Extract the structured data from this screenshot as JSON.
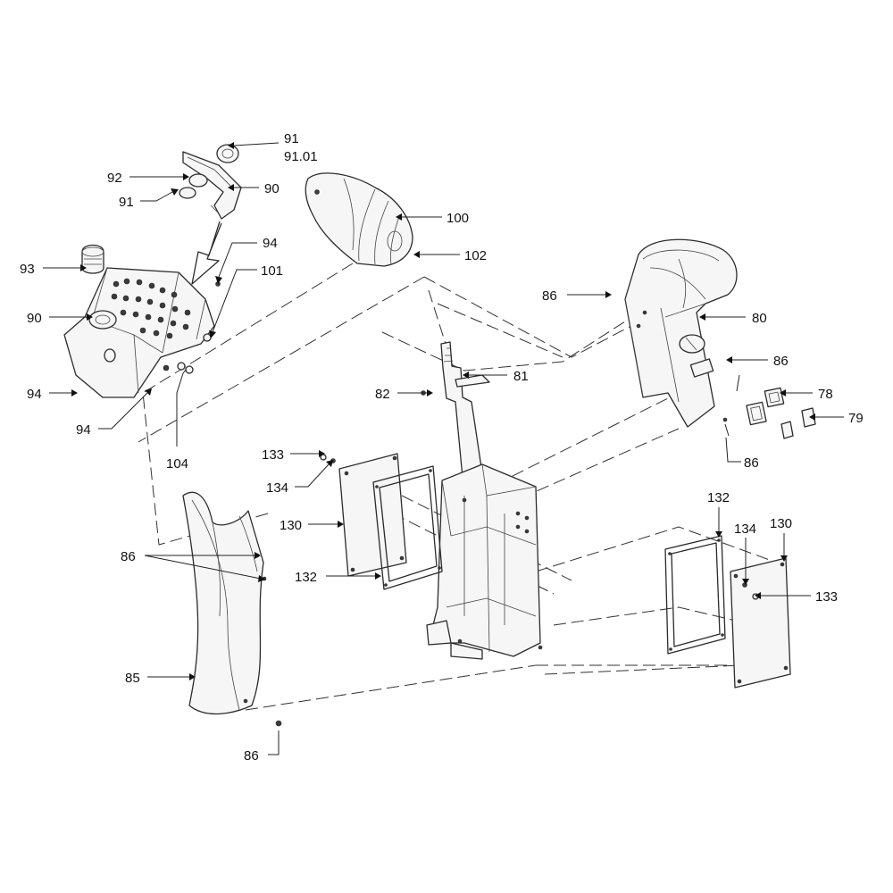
{
  "callouts": {
    "c91a": "91",
    "c9101": "91.01",
    "c92": "92",
    "c91b": "91",
    "c90a": "90",
    "c100": "100",
    "c102": "102",
    "c94a": "94",
    "c101": "101",
    "c93": "93",
    "c90b": "90",
    "c94b": "94",
    "c94c": "94",
    "c104": "104",
    "c86a": "86",
    "c80": "80",
    "c86b": "86",
    "c81": "81",
    "c82": "82",
    "c78": "78",
    "c79": "79",
    "c86c": "86",
    "c133a": "133",
    "c134a": "134",
    "c130a": "130",
    "c132a": "132",
    "c86d": "86",
    "c85": "85",
    "c86e": "86",
    "c132b": "132",
    "c134b": "134",
    "c130b": "130",
    "c133b": "133"
  }
}
